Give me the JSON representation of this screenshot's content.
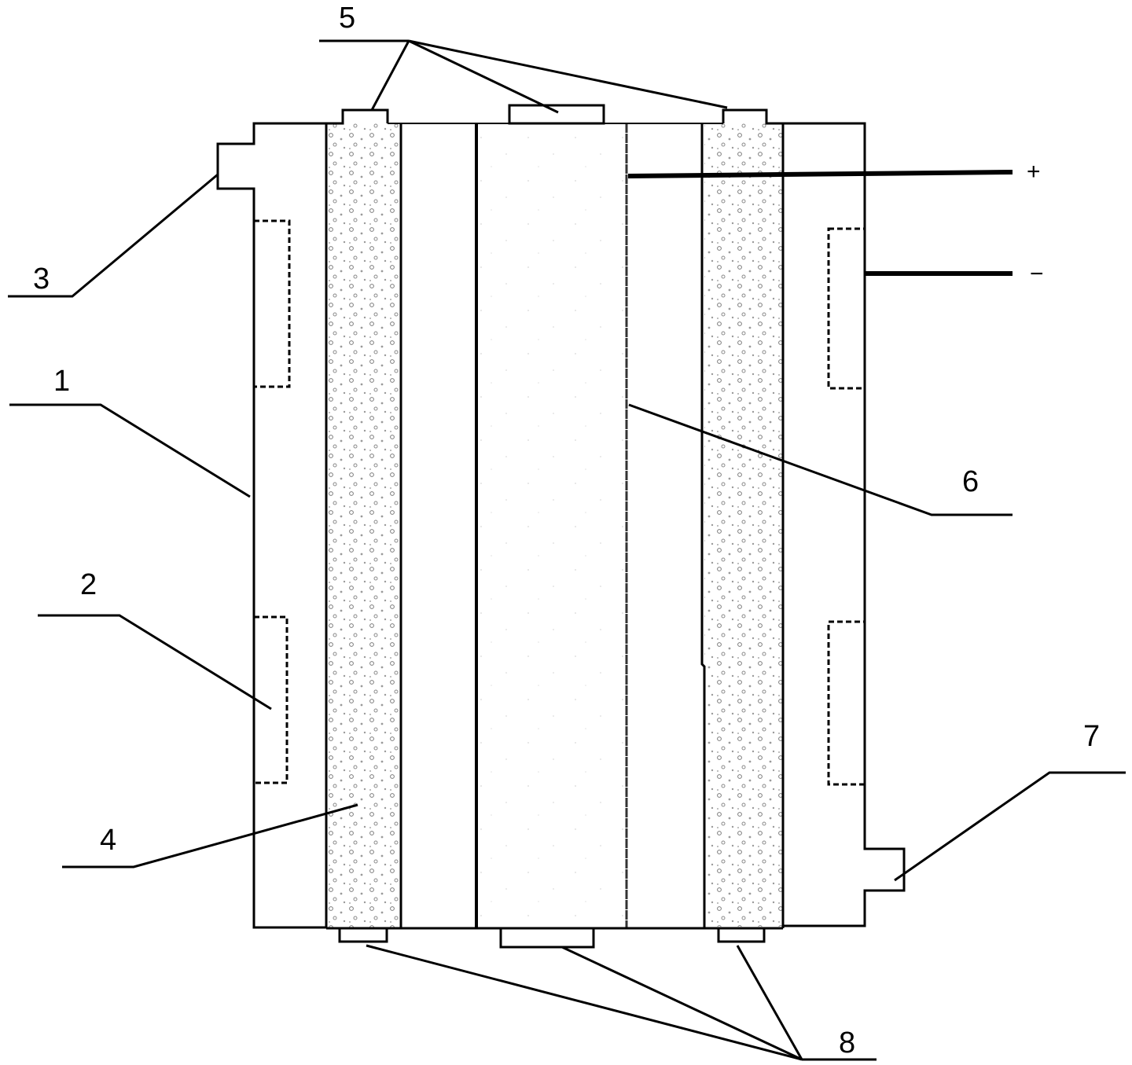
{
  "labels": {
    "l1": "1",
    "l2": "2",
    "l3": "3",
    "l4": "4",
    "l5": "5",
    "l6": "6",
    "l7": "7",
    "l8": "8"
  },
  "terminals": {
    "positive": "+",
    "negative": "−"
  }
}
